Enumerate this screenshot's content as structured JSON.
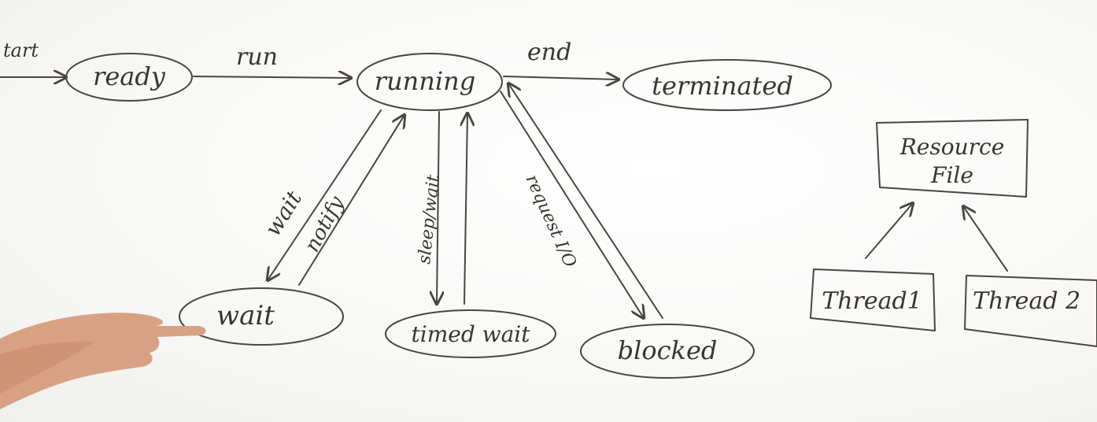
{
  "states": {
    "ready": "ready",
    "running": "running",
    "terminated": "terminated",
    "wait": "wait",
    "timed_wait": "timed wait",
    "blocked": "blocked"
  },
  "transitions": {
    "start": "tart",
    "run": "run",
    "end": "end",
    "wait": "wait",
    "notify": "notify",
    "sleep_wait": "sleep/wait",
    "request_io": "request I/O"
  },
  "resources": {
    "resource_file_line1": "Resource",
    "resource_file_line2": "File",
    "thread1": "Thread1",
    "thread2": "Thread 2"
  },
  "colors": {
    "ink": "#4a4540",
    "board": "#fbfbfa",
    "skin": "#e2a88a"
  }
}
